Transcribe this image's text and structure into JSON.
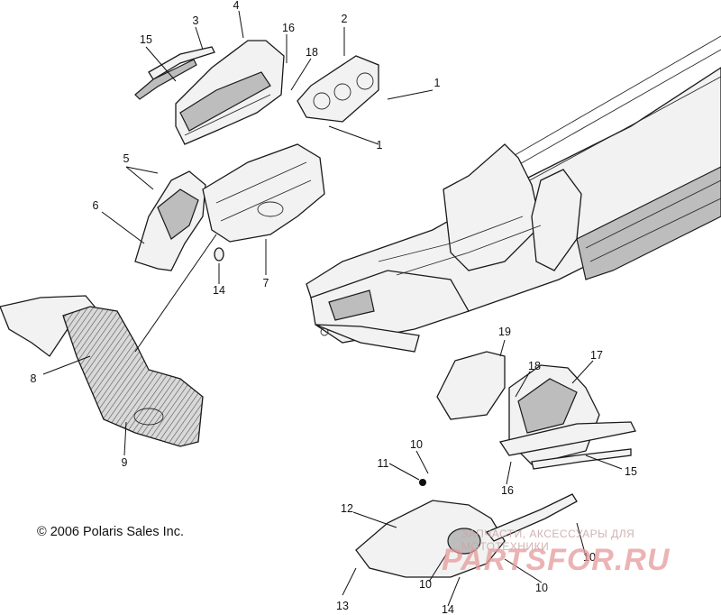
{
  "copyright": "© 2006 Polaris Sales Inc.",
  "watermark": {
    "tagline": "ЗАПЧАСТИ, АКСЕССУАРЫ ДЛЯ МОТОТЕХНИКИ",
    "logo": "PARTSFOR.RU"
  },
  "callouts": {
    "c1a": "1",
    "c1b": "1",
    "c2": "2",
    "c3": "3",
    "c4": "4",
    "c5": "5",
    "c6": "6",
    "c7": "7",
    "c8": "8",
    "c9": "9",
    "c10a": "10",
    "c10b": "10",
    "c10c": "10",
    "c10d": "10",
    "c11": "11",
    "c12": "12",
    "c13": "13",
    "c14a": "14",
    "c14b": "14",
    "c15a": "15",
    "c15b": "15",
    "c16a": "16",
    "c16b": "16",
    "c17": "17",
    "c18a": "18",
    "c18b": "18",
    "c19": "19"
  }
}
